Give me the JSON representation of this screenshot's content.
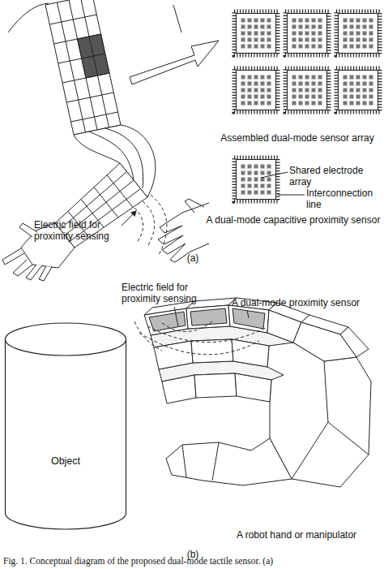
{
  "diagram": {
    "caption": "Fig. 1. Conceptual diagram of the proposed dual-mode tactile sensor. (a)",
    "nodes": [
      {
        "text": [
          "Object"
        ]
      }
    ],
    "labels": [
      "Assembled dual-mode sensor array",
      "Shared electrode array",
      "Interconnection line",
      "A dual-mode capacitive proximity sensor",
      "Electric field for proximity sensing",
      "(a)",
      "Electric field for proximity sensing",
      "A dual-mode proximity sensor",
      "A robot hand or manipulator",
      "(b)"
    ]
  }
}
